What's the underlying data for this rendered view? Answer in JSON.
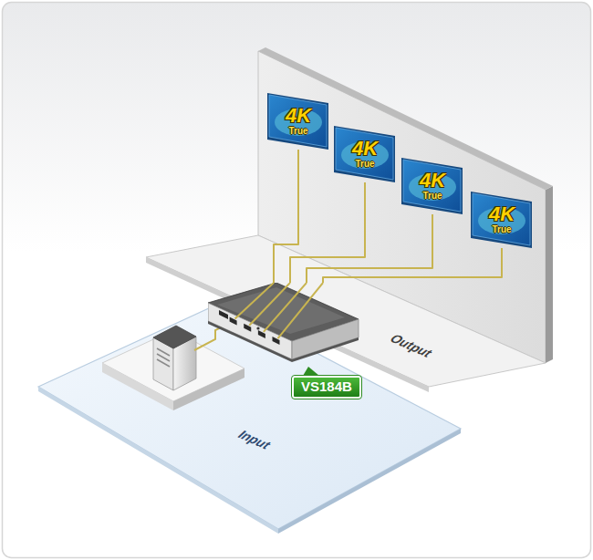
{
  "diagram": {
    "nodes": [
      {
        "text": [
          "Output"
        ]
      },
      {
        "text": [
          "Input"
        ]
      },
      {
        "text": [
          "4K",
          "True"
        ],
        "in": 0
      },
      {
        "text": [
          "4K",
          "True"
        ],
        "in": 0
      },
      {
        "text": [
          "4K",
          "True"
        ],
        "in": 0
      },
      {
        "text": [
          "4K",
          "True"
        ],
        "in": 0
      },
      {
        "text": [
          "VS184B"
        ]
      }
    ],
    "edges": [
      {
        "from": 6,
        "to": 2,
        "arrow": "none"
      },
      {
        "from": 6,
        "to": 3,
        "arrow": "none"
      },
      {
        "from": 6,
        "to": 4,
        "arrow": "none"
      },
      {
        "from": 6,
        "to": 5,
        "arrow": "none"
      }
    ]
  }
}
